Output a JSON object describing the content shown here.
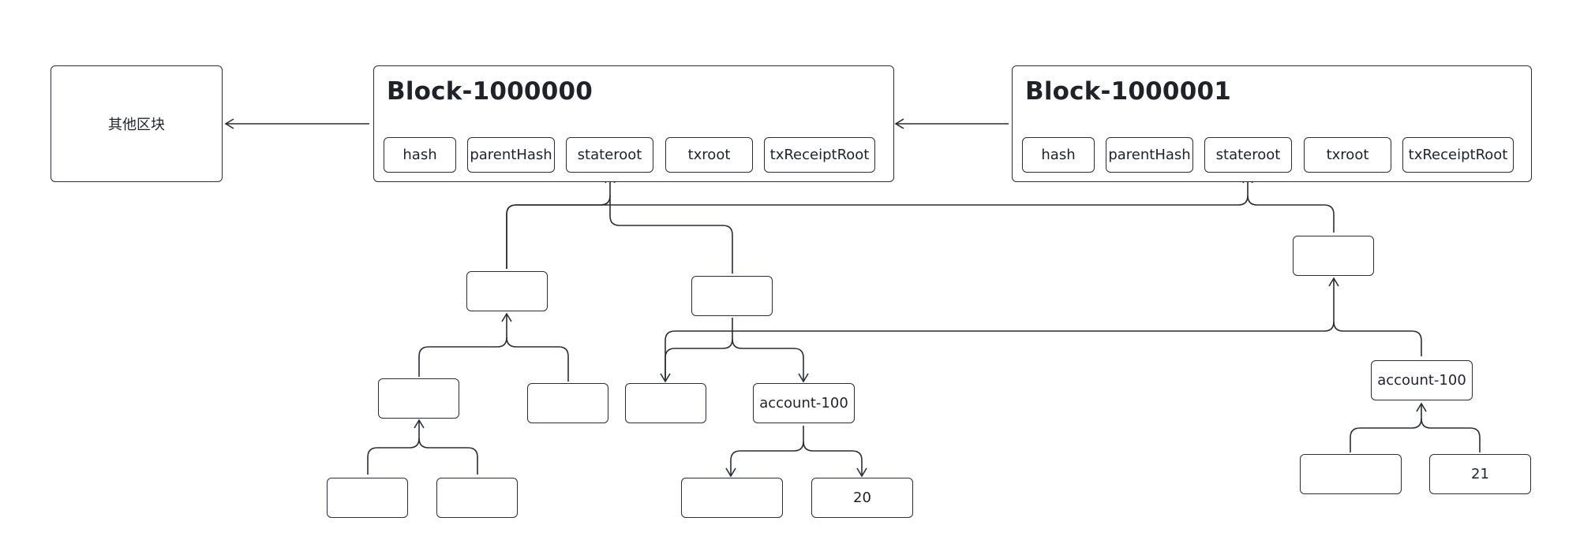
{
  "other_blocks": {
    "label": "其他区块"
  },
  "blocks": [
    {
      "title": "Block-1000000",
      "fields": [
        "hash",
        "parentHash",
        "stateroot",
        "txroot",
        "txReceiptRoot"
      ]
    },
    {
      "title": "Block-1000001",
      "fields": [
        "hash",
        "parentHash",
        "stateroot",
        "txroot",
        "txReceiptRoot"
      ]
    }
  ],
  "trie_old": {
    "account_label": "account-100",
    "value_label": "20"
  },
  "trie_new": {
    "account_label": "account-100",
    "value_label": "21"
  },
  "colors": {
    "stroke": "#2a2d33",
    "text": "#1f2329",
    "background": "#ffffff"
  }
}
